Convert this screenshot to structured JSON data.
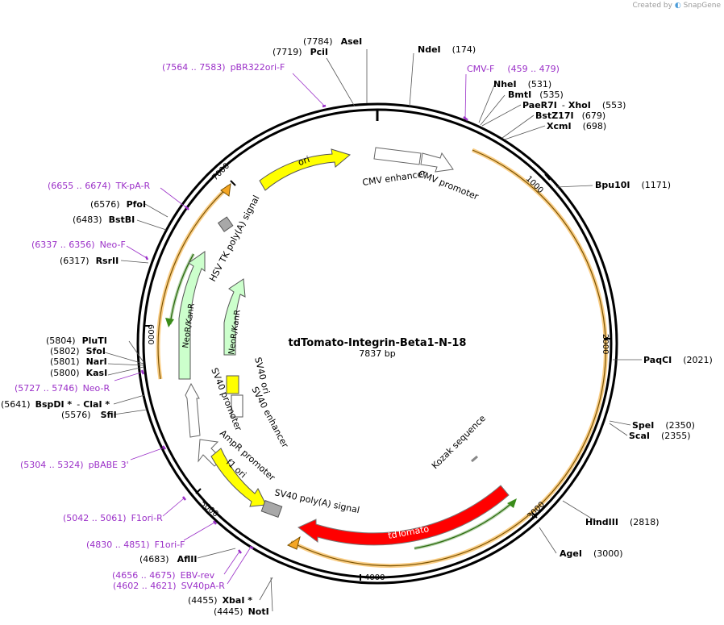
{
  "branding": {
    "created_by": "Created by",
    "app_name": "SnapGene",
    "accent": "#4a9bd8"
  },
  "plasmid": {
    "name": "tdTomato-Integrin-Beta1-N-18",
    "length_label": "7837 bp",
    "length": 7837
  },
  "colors": {
    "backbone": "#000000",
    "enzyme_text": "#000000",
    "primer_text": "#9b30c8",
    "primer_mark": "#9b30c8",
    "orf_orange": "#f5a623",
    "orf_green": "#3a8c1a",
    "ori_yellow": "#ffff00",
    "promoter_white": "#ffffff",
    "resistance_green": "#ccffcc",
    "tdtomato_red": "#ff0000",
    "polyA_gray": "#a8a8a8"
  },
  "ticks": [
    "1000",
    "2000",
    "3000",
    "4000",
    "5000",
    "6000",
    "7000"
  ],
  "enzymes": [
    {
      "name": "AseI",
      "pos": "(7784)",
      "side": "left"
    },
    {
      "name": "PciI",
      "pos": "(7719)",
      "side": "left"
    },
    {
      "name": "NdeI",
      "pos": "(174)",
      "side": "right"
    },
    {
      "name": "NheI",
      "pos": "(531)",
      "side": "right"
    },
    {
      "name": "BmtI",
      "pos": "(535)",
      "side": "right"
    },
    {
      "name": "PaeR7I",
      "name2": "XhoI",
      "pos": "(553)",
      "side": "right"
    },
    {
      "name": "BstZ17I",
      "pos": "(679)",
      "side": "right"
    },
    {
      "name": "XcmI",
      "pos": "(698)",
      "side": "right"
    },
    {
      "name": "Bpu10I",
      "pos": "(1171)",
      "side": "right"
    },
    {
      "name": "PaqCI",
      "pos": "(2021)",
      "side": "right"
    },
    {
      "name": "SpeI",
      "pos": "(2350)",
      "side": "right"
    },
    {
      "name": "ScaI",
      "pos": "(2355)",
      "side": "right"
    },
    {
      "name": "HindIII",
      "pos": "(2818)",
      "side": "right"
    },
    {
      "name": "AgeI",
      "pos": "(3000)",
      "side": "right"
    },
    {
      "name": "NotI",
      "pos": "(4445)",
      "side": "left"
    },
    {
      "name": "XbaI *",
      "pos": "(4455)",
      "side": "left"
    },
    {
      "name": "AflII",
      "pos": "(4683)",
      "side": "left"
    },
    {
      "name": "SfiI",
      "pos": "(5576)",
      "side": "left"
    },
    {
      "name": "BspDI *",
      "name2": "ClaI *",
      "pos": "(5641)",
      "side": "left"
    },
    {
      "name": "KasI",
      "pos": "(5800)",
      "side": "left"
    },
    {
      "name": "NarI",
      "pos": "(5801)",
      "side": "left"
    },
    {
      "name": "SfoI",
      "pos": "(5802)",
      "side": "left"
    },
    {
      "name": "PluTI",
      "pos": "(5804)",
      "side": "left"
    },
    {
      "name": "RsrII",
      "pos": "(6317)",
      "side": "left"
    },
    {
      "name": "BstBI",
      "pos": "(6483)",
      "side": "left"
    },
    {
      "name": "PfoI",
      "pos": "(6576)",
      "side": "left"
    }
  ],
  "primers": [
    {
      "label": "pBR322ori-F",
      "range": "(7564 .. 7583)"
    },
    {
      "label": "CMV-F",
      "range": "(459 .. 479)"
    },
    {
      "label": "TK-pA-R",
      "range": "(6655 .. 6674)"
    },
    {
      "label": "Neo-F",
      "range": "(6337 .. 6356)"
    },
    {
      "label": "Neo-R",
      "range": "(5727 .. 5746)"
    },
    {
      "label": "pBABE 3'",
      "range": "(5304 .. 5324)"
    },
    {
      "label": "F1ori-R",
      "range": "(5042 .. 5061)"
    },
    {
      "label": "F1ori-F",
      "range": "(4830 .. 4851)"
    },
    {
      "label": "EBV-rev",
      "range": "(4656 .. 4675)"
    },
    {
      "label": "SV40pA-R",
      "range": "(4602 .. 4621)"
    }
  ],
  "features": {
    "ori": "ori",
    "cmv_enhancer": "CMV enhancer",
    "cmv_promoter": "CMV promoter",
    "hsv_tk_polya": "HSV TK poly(A) signal",
    "neo_outer": "NeoR/KanR",
    "neo_inner": "NeoR/KanR",
    "sv40_ori": "SV40 ori",
    "sv40_enhancer": "SV40 enhancer",
    "sv40_promoter": "SV40 promoter",
    "ampr_promoter": "AmpR promoter",
    "f1_ori": "f1 ori",
    "sv40_polya": "SV40 poly(A) signal",
    "tdtomato": "tdTomato",
    "kozak": "Kozak sequence"
  }
}
